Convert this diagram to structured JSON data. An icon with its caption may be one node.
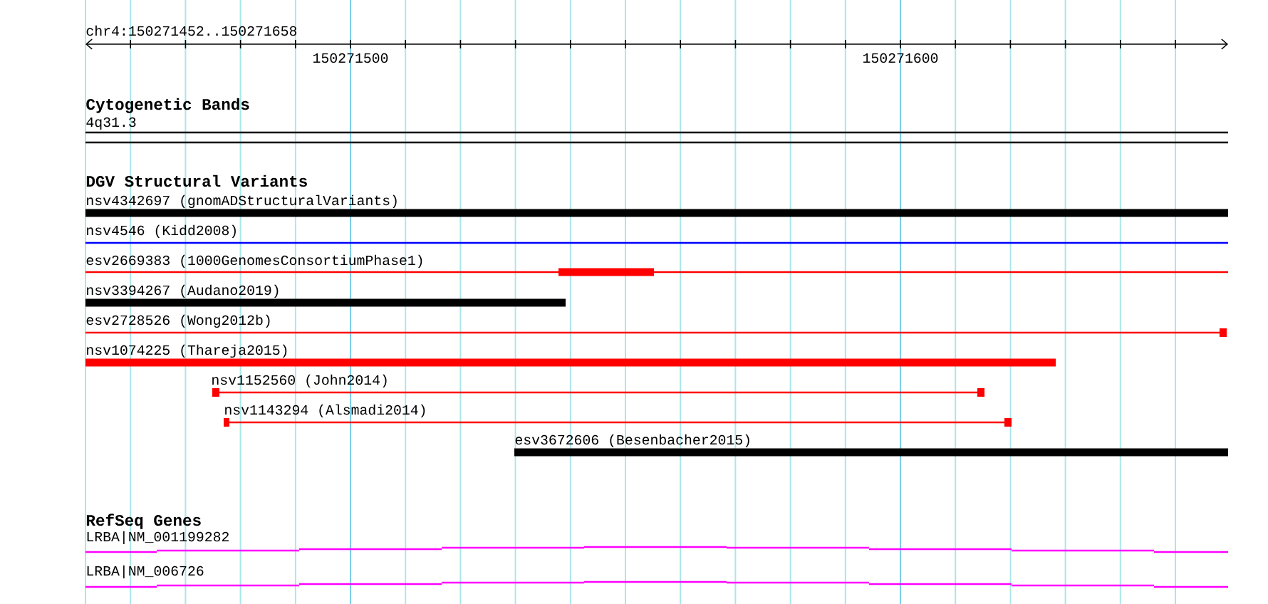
{
  "diagram": {
    "nodes": [
      {
        "text": [
          "4q31.3"
        ]
      },
      {
        "text": [
          "nsv4342697 (gnomADStructuralVariants)"
        ]
      },
      {
        "text": [
          "nsv4546 (Kidd2008)"
        ]
      },
      {
        "text": [
          "esv2669383 (1000GenomesConsortiumPhase1)"
        ]
      },
      {
        "text": [
          "nsv3394267 (Audano2019)"
        ]
      },
      {
        "text": [
          "esv2728526 (Wong2012b)"
        ]
      },
      {
        "text": [
          "nsv1074225 (Thareja2015)"
        ]
      },
      {
        "text": [
          "nsv1152560 (John2014)"
        ]
      },
      {
        "text": [
          "nsv1143294 (Alsmadi2014)"
        ]
      },
      {
        "text": [
          "esv3672606 (Besenbacher2015)"
        ]
      },
      {
        "text": [
          "LRBA|NM_001199282"
        ]
      },
      {
        "text": [
          "LRBA|NM_006726"
        ]
      }
    ],
    "labels": [
      "chr4:150271452..150271658",
      "150271500",
      "150271600",
      "Cytogenetic Bands",
      "DGV Structural Variants",
      "RefSeq Genes"
    ]
  }
}
